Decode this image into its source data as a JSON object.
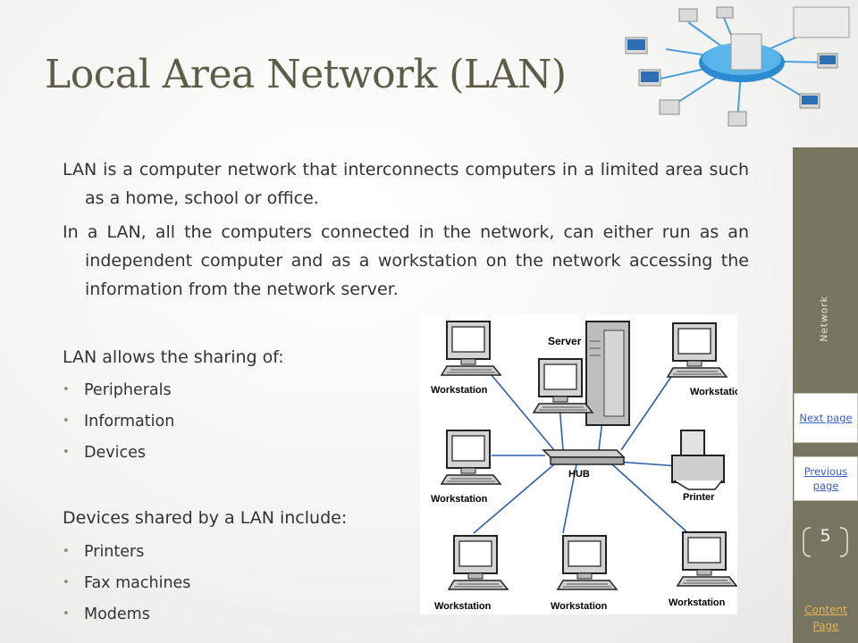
{
  "title": "Local Area Network (LAN)",
  "paragraphs": [
    "LAN is a computer network that interconnects computers in a limited area such as a home, school or office.",
    "In a LAN, all the computers connected in the network, can either run as an independent computer and as a workstation on the network accessing the information from the network server."
  ],
  "sharing": {
    "heading": "LAN allows the sharing of:",
    "items": [
      "Peripherals",
      "Information",
      "Devices"
    ]
  },
  "devices": {
    "heading": "Devices shared by a LAN include:",
    "items": [
      "Printers",
      "Fax machines",
      "Modems"
    ]
  },
  "diagram": {
    "server_label": "Server",
    "hub_label": "HUB",
    "printer_label": "Printer",
    "workstation_label": "Workstation"
  },
  "sidebar": {
    "section_label": "Network",
    "next_label": "Next page",
    "prev_label": "Previous page",
    "page_number": "5",
    "content_label": "Content Page"
  },
  "colors": {
    "title": "#5e5c47",
    "side_band": "#77745f",
    "link": "#3b5bd8",
    "content_link": "#e8b24e",
    "bullet": "#8c8a76"
  }
}
